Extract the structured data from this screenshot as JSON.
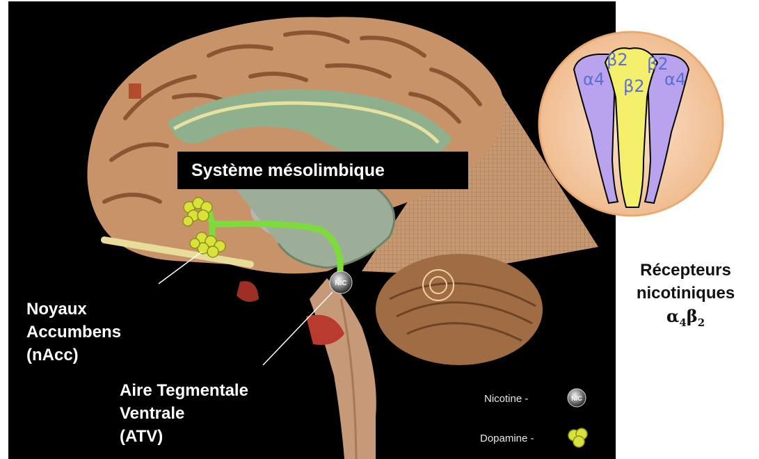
{
  "title": "Système mésolimbique",
  "labels": {
    "nacc": [
      "Noyaux",
      "Accumbens",
      "(nAcc)"
    ],
    "atv": [
      "Aire Tegmentale",
      "Ventrale",
      "(ATV)"
    ],
    "receptors_line1": "Récepteurs",
    "receptors_line2": "nicotiniques",
    "receptors_formula": {
      "a": "α",
      "a_sub": "4",
      "b": "β",
      "b_sub": "2"
    }
  },
  "receptor_subunits": {
    "left_alpha": "α4",
    "top_beta_left": "β2",
    "top_beta_right": "β2",
    "center_beta": "β2",
    "right_alpha": "α4"
  },
  "nic_marker": "NIC",
  "legend": {
    "nicotine": "Nicotine -",
    "dopamine": "Dopamine -",
    "nic_icon_text": "NIC"
  },
  "colors": {
    "background": "#000000",
    "cortex": "#c9936a",
    "pathway": "#7ddc3c",
    "dopamine": "#d9e23a",
    "alpha_subunit": "#b9a2ee",
    "beta_subunit": "#f3ef6a",
    "zoom_circle": "#f7d3b3"
  }
}
